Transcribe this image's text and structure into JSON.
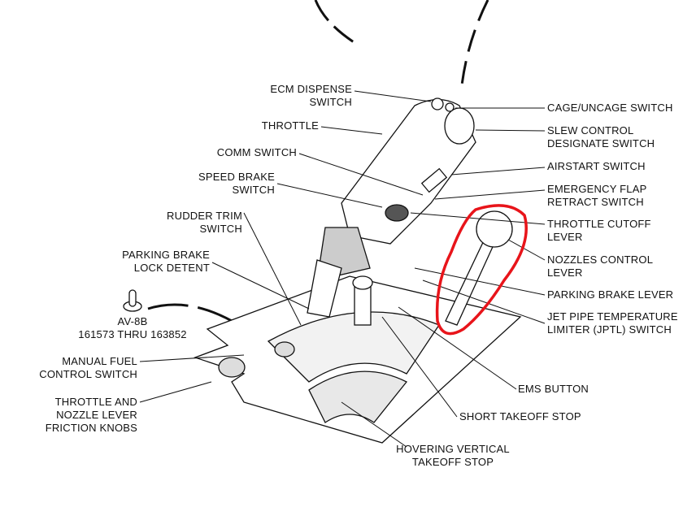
{
  "labels": {
    "ecm": [
      "ECM DISPENSE",
      "SWITCH"
    ],
    "throttle": [
      "THROTTLE"
    ],
    "comm": [
      "COMM SWITCH"
    ],
    "speed_brake": [
      "SPEED BRAKE",
      "SWITCH"
    ],
    "rudder_trim": [
      "RUDDER TRIM",
      "SWITCH"
    ],
    "parking_lock": [
      "PARKING BRAKE",
      "LOCK DETENT"
    ],
    "variant": [
      "AV-8B",
      "161573 THRU 163852"
    ],
    "manual_fuel": [
      "MANUAL FUEL",
      "CONTROL SWITCH"
    ],
    "friction": [
      "THROTTLE AND",
      "NOZZLE LEVER",
      "FRICTION KNOBS"
    ],
    "cage": [
      "CAGE/UNCAGE SWITCH"
    ],
    "slew": [
      "SLEW CONTROL",
      "DESIGNATE SWITCH"
    ],
    "airstart": [
      "AIRSTART SWITCH"
    ],
    "emerg_flap": [
      "EMERGENCY FLAP",
      "RETRACT SWITCH"
    ],
    "cutoff": [
      "THROTTLE CUTOFF",
      "LEVER"
    ],
    "nozzles": [
      "NOZZLES CONTROL",
      "LEVER"
    ],
    "parking_lever": [
      "PARKING BRAKE LEVER"
    ],
    "jptl": [
      "JET PIPE TEMPERATURE",
      "LIMITER (JPTL) SWITCH"
    ],
    "ems": [
      "EMS BUTTON"
    ],
    "short_takeoff": [
      "SHORT TAKEOFF STOP"
    ],
    "hover": [
      "HOVERING VERTICAL",
      "TAKEOFF STOP"
    ]
  },
  "colors": {
    "highlight": "#e8141a",
    "ink": "#111111"
  }
}
